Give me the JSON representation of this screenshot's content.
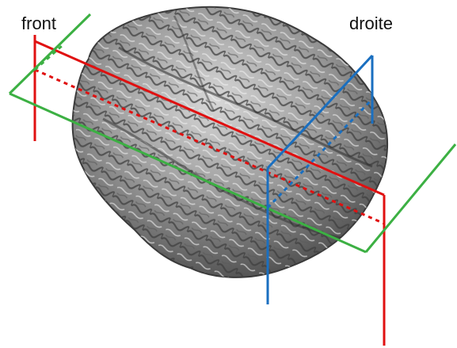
{
  "labels": {
    "front": "front",
    "droite": "droite"
  },
  "colors": {
    "axial_plane": "#3cb043",
    "sagittal_plane": "#e01010",
    "coronal_plane": "#1a6fc0",
    "brain_fill": "#9a9a9a",
    "brain_shadow": "#4a4a4a",
    "brain_highlight": "#e6e6e6"
  },
  "image": {
    "subject": "brain-surface-render"
  }
}
